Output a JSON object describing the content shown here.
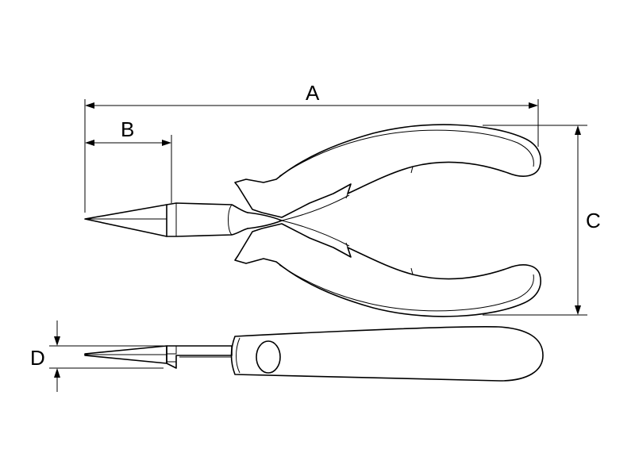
{
  "dimensions": {
    "A": "A",
    "B": "B",
    "C": "C",
    "D": "D"
  },
  "views": {
    "top": "pliers-top-view",
    "side": "pliers-side-view"
  }
}
